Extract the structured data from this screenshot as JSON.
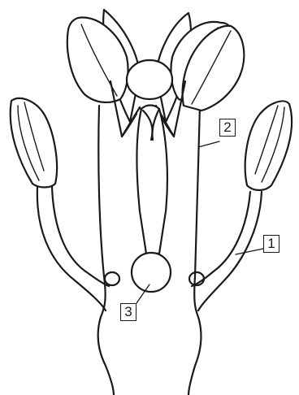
{
  "labels": [
    {
      "id": "1",
      "text": "1"
    },
    {
      "id": "2",
      "text": "2"
    },
    {
      "id": "3",
      "text": "3"
    }
  ],
  "colors": {
    "ink": "#1a1a1a",
    "background": "#ffffff"
  }
}
